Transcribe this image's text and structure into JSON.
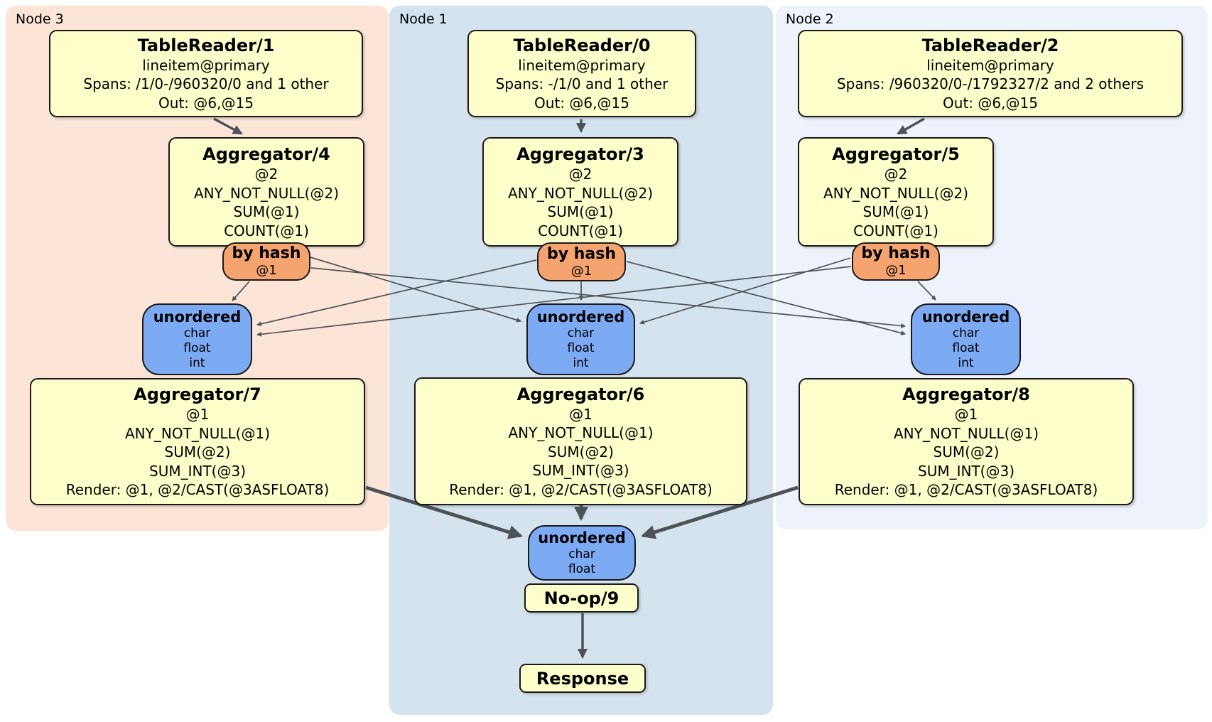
{
  "colors": {
    "node3_panel": "#fce4d6",
    "node1_panel": "#d4e3ee",
    "node2_panel": "#edf2fb",
    "processor_box": "#ffffcc",
    "hash_router": "#f5a470",
    "sync_box": "#7cabf4",
    "edge": "#4e5357",
    "border": "#1a1a1a"
  },
  "diagram": {
    "panels": [
      {
        "label": "Node 3"
      },
      {
        "label": "Node 1"
      },
      {
        "label": "Node 2"
      }
    ],
    "boxes": {
      "tr1": {
        "title": "TableReader/1",
        "lines": [
          "lineitem@primary",
          "Spans: /1/0-/960320/0 and 1 other",
          "Out: @6,@15"
        ]
      },
      "tr0": {
        "title": "TableReader/0",
        "lines": [
          "lineitem@primary",
          "Spans: -/1/0 and 1 other",
          "Out: @6,@15"
        ]
      },
      "tr2": {
        "title": "TableReader/2",
        "lines": [
          "lineitem@primary",
          "Spans: /960320/0-/1792327/2 and 2 others",
          "Out: @6,@15"
        ]
      },
      "agg4": {
        "title": "Aggregator/4",
        "lines": [
          "@2",
          "ANY_NOT_NULL(@2)",
          "SUM(@1)",
          "COUNT(@1)"
        ]
      },
      "agg3": {
        "title": "Aggregator/3",
        "lines": [
          "@2",
          "ANY_NOT_NULL(@2)",
          "SUM(@1)",
          "COUNT(@1)"
        ]
      },
      "agg5": {
        "title": "Aggregator/5",
        "lines": [
          "@2",
          "ANY_NOT_NULL(@2)",
          "SUM(@1)",
          "COUNT(@1)"
        ]
      },
      "router3": {
        "title": "by hash",
        "lines": [
          "@1"
        ]
      },
      "router1": {
        "title": "by hash",
        "lines": [
          "@1"
        ]
      },
      "router2": {
        "title": "by hash",
        "lines": [
          "@1"
        ]
      },
      "sync3": {
        "title": "unordered",
        "lines": [
          "char",
          "float",
          "int"
        ]
      },
      "sync1": {
        "title": "unordered",
        "lines": [
          "char",
          "float",
          "int"
        ]
      },
      "sync2": {
        "title": "unordered",
        "lines": [
          "char",
          "float",
          "int"
        ]
      },
      "agg7": {
        "title": "Aggregator/7",
        "lines": [
          "@1",
          "ANY_NOT_NULL(@1)",
          "SUM(@2)",
          "SUM_INT(@3)",
          "Render: @1, @2/CAST(@3ASFLOAT8)"
        ]
      },
      "agg6": {
        "title": "Aggregator/6",
        "lines": [
          "@1",
          "ANY_NOT_NULL(@1)",
          "SUM(@2)",
          "SUM_INT(@3)",
          "Render: @1, @2/CAST(@3ASFLOAT8)"
        ]
      },
      "agg8": {
        "title": "Aggregator/8",
        "lines": [
          "@1",
          "ANY_NOT_NULL(@1)",
          "SUM(@2)",
          "SUM_INT(@3)",
          "Render: @1, @2/CAST(@3ASFLOAT8)"
        ]
      },
      "syncfinal": {
        "title": "unordered",
        "lines": [
          "char",
          "float"
        ]
      },
      "noop": {
        "title": "No-op/9"
      },
      "response": {
        "title": "Response"
      }
    }
  }
}
